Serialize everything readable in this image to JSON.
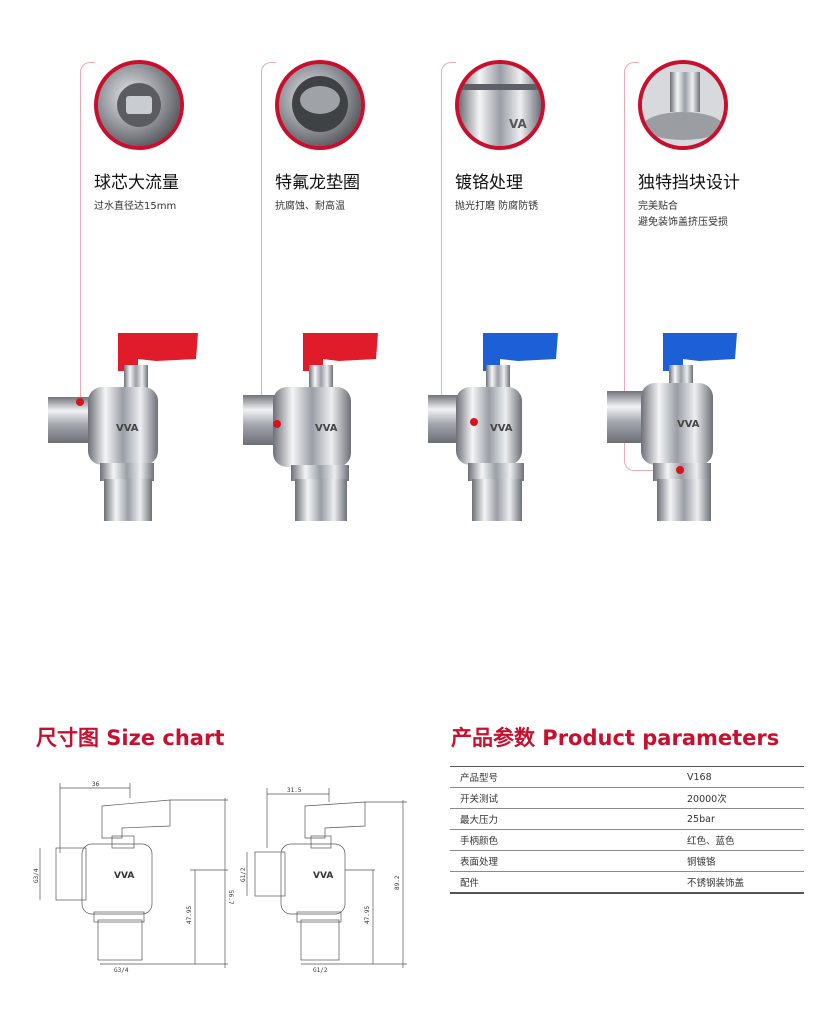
{
  "features": [
    {
      "title": "球芯大流量",
      "lines": [
        "过水直径达15mm"
      ],
      "icon": "ball-core-icon"
    },
    {
      "title": "特氟龙垫圈",
      "lines": [
        "抗腐蚀、耐高温"
      ],
      "icon": "teflon-gasket-icon"
    },
    {
      "title": "镀铬处理",
      "lines": [
        "抛光打磨 防腐防锈"
      ],
      "icon": "chrome-plating-icon"
    },
    {
      "title": "独特挡块设计",
      "lines": [
        "完美贴合",
        "避免装饰盖挤压受损"
      ],
      "icon": "stopper-block-icon"
    }
  ],
  "valves": [
    {
      "handle_color": "#e01b2a"
    },
    {
      "handle_color": "#e01b2a"
    },
    {
      "handle_color": "#1d5fd6"
    },
    {
      "handle_color": "#1d5fd6"
    }
  ],
  "brand_mark": "VVA",
  "size_chart": {
    "title": "尺寸图 Size chart",
    "diagram_a": {
      "top": "36",
      "left": "G3/4",
      "height": "56.7",
      "mid": "47.95",
      "bottom": "G3/4"
    },
    "diagram_b": {
      "top": "31.5",
      "left": "G1/2",
      "height": "89.2",
      "mid": "47.95",
      "bottom": "G1/2"
    }
  },
  "parameters": {
    "title": "产品参数  Product parameters",
    "rows": [
      {
        "key": "产品型号",
        "value": "V168"
      },
      {
        "key": "开关测试",
        "value": "20000次"
      },
      {
        "key": "最大压力",
        "value": "25bar"
      },
      {
        "key": "手柄颜色",
        "value": "红色、蓝色"
      },
      {
        "key": "表面处理",
        "value": "铜镀铬"
      },
      {
        "key": "配件",
        "value": "不锈钢装饰盖"
      }
    ]
  },
  "colors": {
    "accent": "#c8102e",
    "guide": "#e9aab3",
    "chrome": "#c9ccd1"
  }
}
